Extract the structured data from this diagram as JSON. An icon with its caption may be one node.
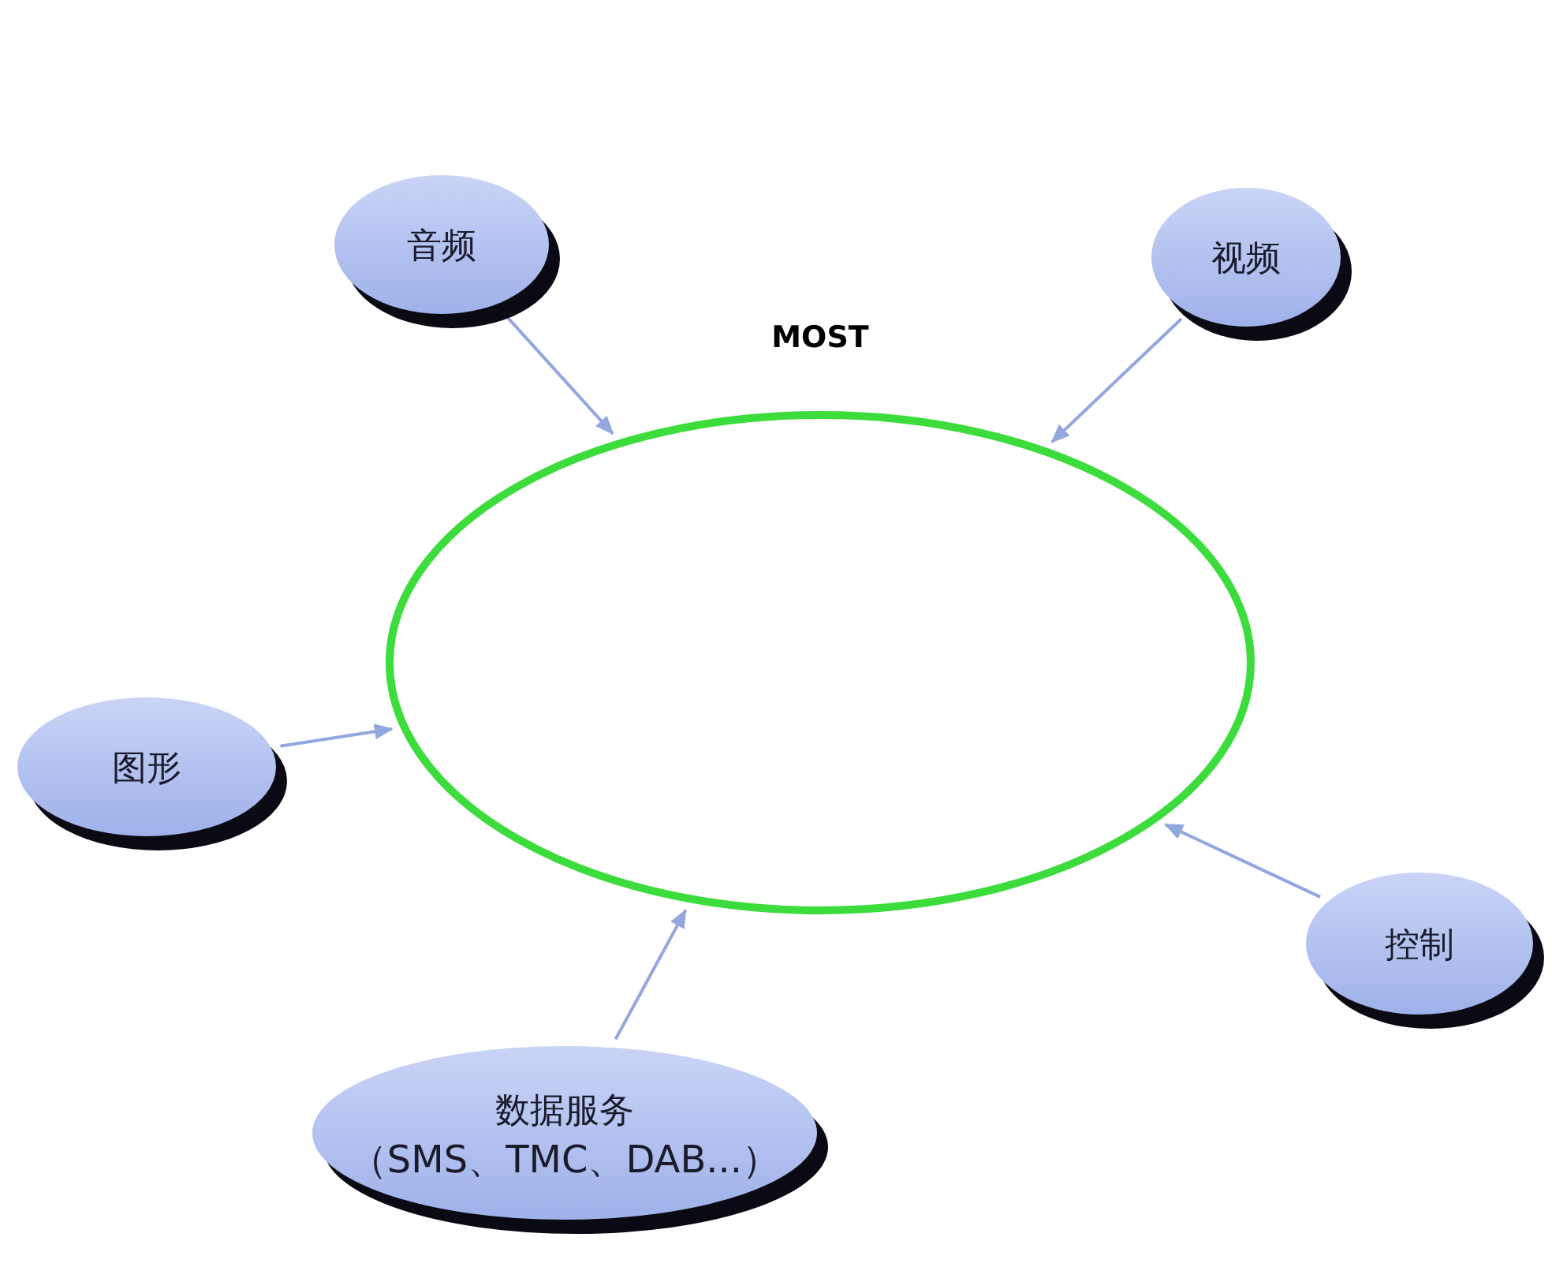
{
  "diagram": {
    "nodes": [
      {
        "text": [
          "MOST"
        ]
      },
      {
        "text": [
          "音频"
        ]
      },
      {
        "text": [
          "视频"
        ]
      },
      {
        "text": [
          "图形"
        ]
      },
      {
        "text": [
          "控制"
        ]
      },
      {
        "text": [
          "数据服务",
          "（SMS、TMC、DAB...）"
        ]
      }
    ],
    "edges": [
      {
        "from": 1,
        "to": 0,
        "arrow": "to"
      },
      {
        "from": 2,
        "to": 0,
        "arrow": "to"
      },
      {
        "from": 3,
        "to": 0,
        "arrow": "to"
      },
      {
        "from": 4,
        "to": 0,
        "arrow": "to"
      },
      {
        "from": 5,
        "to": 0,
        "arrow": "to"
      }
    ]
  }
}
